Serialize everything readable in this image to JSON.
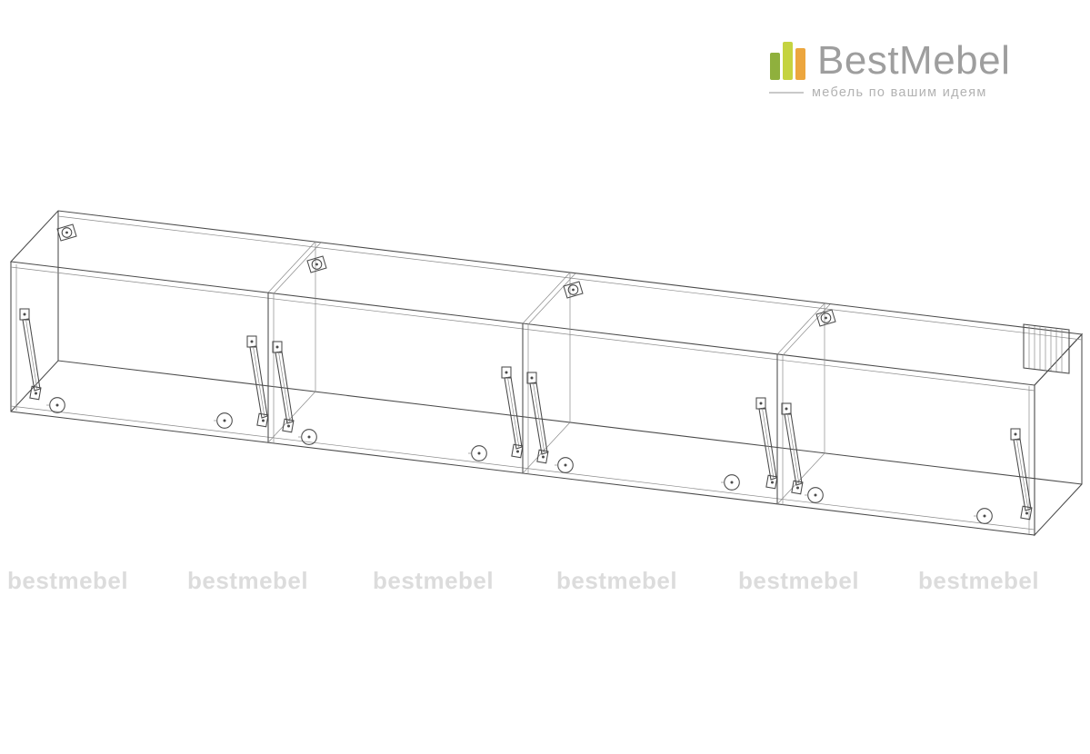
{
  "logo": {
    "brand": "BestMebel",
    "tagline": "мебель по вашим идеям",
    "colors": {
      "bar1": "#8fb03d",
      "bar2": "#c5d340",
      "bar3": "#eca63e",
      "brand_text": "#9e9e9e",
      "tagline_text": "#b2b2b2"
    }
  },
  "watermark": {
    "text": "bestmebel",
    "color": "#dcdcdc"
  },
  "drawing": {
    "name": "4-section wall cabinet wireframe",
    "sections": 4,
    "line_color": "#4a4a4a"
  }
}
